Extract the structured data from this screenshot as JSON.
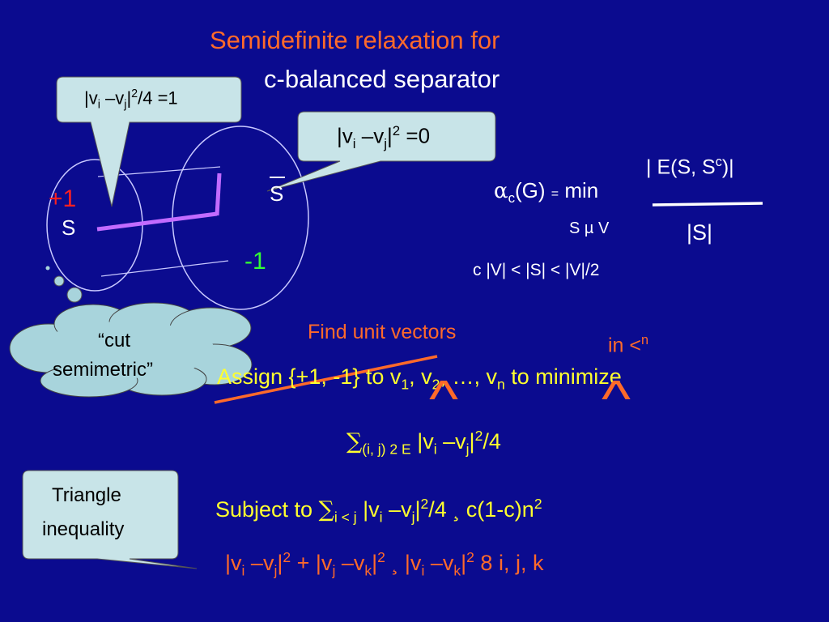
{
  "title": {
    "line1": "Semidefinite  relaxation for",
    "line2": "c-balanced separator"
  },
  "callouts": {
    "top_left": {
      "a": "|v",
      "i": "i",
      "b": " –v",
      "j": "j",
      "c": "|",
      "sq": "2",
      "d": "/4  =1"
    },
    "top_mid": {
      "a": "|v",
      "i": "i",
      "b": " –v",
      "j": "j",
      "c": "|",
      "sq": "2",
      "d": " =0"
    },
    "cloud_line1": "“cut",
    "cloud_line2": "semimetric”",
    "triangle_line1": "Triangle",
    "triangle_line2": "inequality"
  },
  "diagram": {
    "plus_one": "+1",
    "s_left": "S",
    "s_right": "S",
    "minus_one": "-1"
  },
  "formula": {
    "alpha": "α",
    "alpha_sub": "c",
    "g": "(G) ",
    "eq": "=",
    "min": " min",
    "numerator_a": "| E(S, S",
    "numerator_sup": "c",
    "numerator_b": ")|",
    "denominator": "|S|",
    "subset": "S µ V",
    "constraint": "c |V|  <  |S| <  |V|/2"
  },
  "assign": {
    "find_unit": "Find unit vectors",
    "in_rn": "in <",
    "in_rn_sup": "n",
    "text_a": "Assign  {+1, -1}  to  v",
    "s1": "1",
    "text_b": ", v",
    "s2": "2",
    "text_c": ", …, v",
    "sn": "n",
    "text_d": "   to minimize",
    "caret": "^"
  },
  "objective": {
    "sigma": "∑",
    "sub": "(i, j) 2 E",
    "a": " |v",
    "i": "i",
    "b": " –v",
    "j": "j",
    "c": "|",
    "sq": "2",
    "d": "/4"
  },
  "subject": {
    "a": "Subject to ",
    "sigma": "∑",
    "sub": "i < j",
    "b": " |v",
    "i": "i",
    "c": " –v",
    "j": "j",
    "d": "|",
    "sq": "2",
    "e": "/4 ¸  c(1-c)n",
    "n2": "2"
  },
  "triangle_formula": {
    "a": "|v",
    "i1": "i",
    "b": " –v",
    "j1": "j",
    "c": "|",
    "s1": "2",
    "d": " + |v",
    "j2": "j",
    "e": " –v",
    "k1": "k",
    "f": "|",
    "s2": "2",
    "g": " ¸ |v",
    "i2": "i",
    "h": " –v",
    "k2": "k",
    "k": "|",
    "s3": "2",
    "l": "   8 i, j, k"
  },
  "colors": {
    "background": "#0b0b8f",
    "title": "#ff6a2a",
    "callout_fill": "#c8e4e8",
    "cloud_fill": "#a8d4dc",
    "accent_violet": "#c26bff"
  }
}
